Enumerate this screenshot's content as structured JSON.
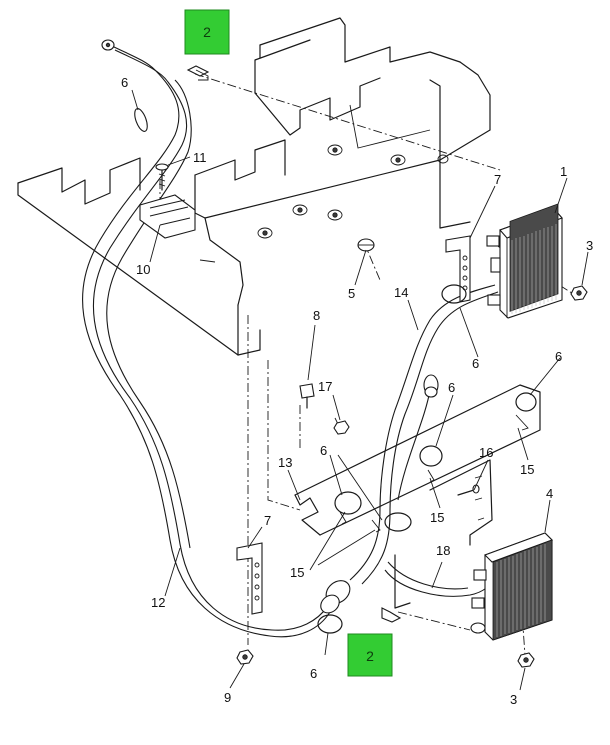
{
  "callouts": {
    "c1": "1",
    "c2_top": "2",
    "c2_bottom": "2",
    "c3_top": "3",
    "c3_bottom": "3",
    "c4": "4",
    "c5": "5",
    "c6_topleft": "6",
    "c6_mid": "6",
    "c6_rightupper": "6",
    "c6_rightmid": "6",
    "c6_center": "6",
    "c6_bottom": "6",
    "c7_top": "7",
    "c7_bottom": "7",
    "c8": "8",
    "c9": "9",
    "c10": "10",
    "c11": "11",
    "c12": "12",
    "c13": "13",
    "c14": "14",
    "c15_right": "15",
    "c15_center": "15",
    "c15_left": "15",
    "c16": "16",
    "c17": "17",
    "c18": "18"
  },
  "colors": {
    "tag_fill": "#33cc33",
    "line": "#1a1a1a"
  }
}
